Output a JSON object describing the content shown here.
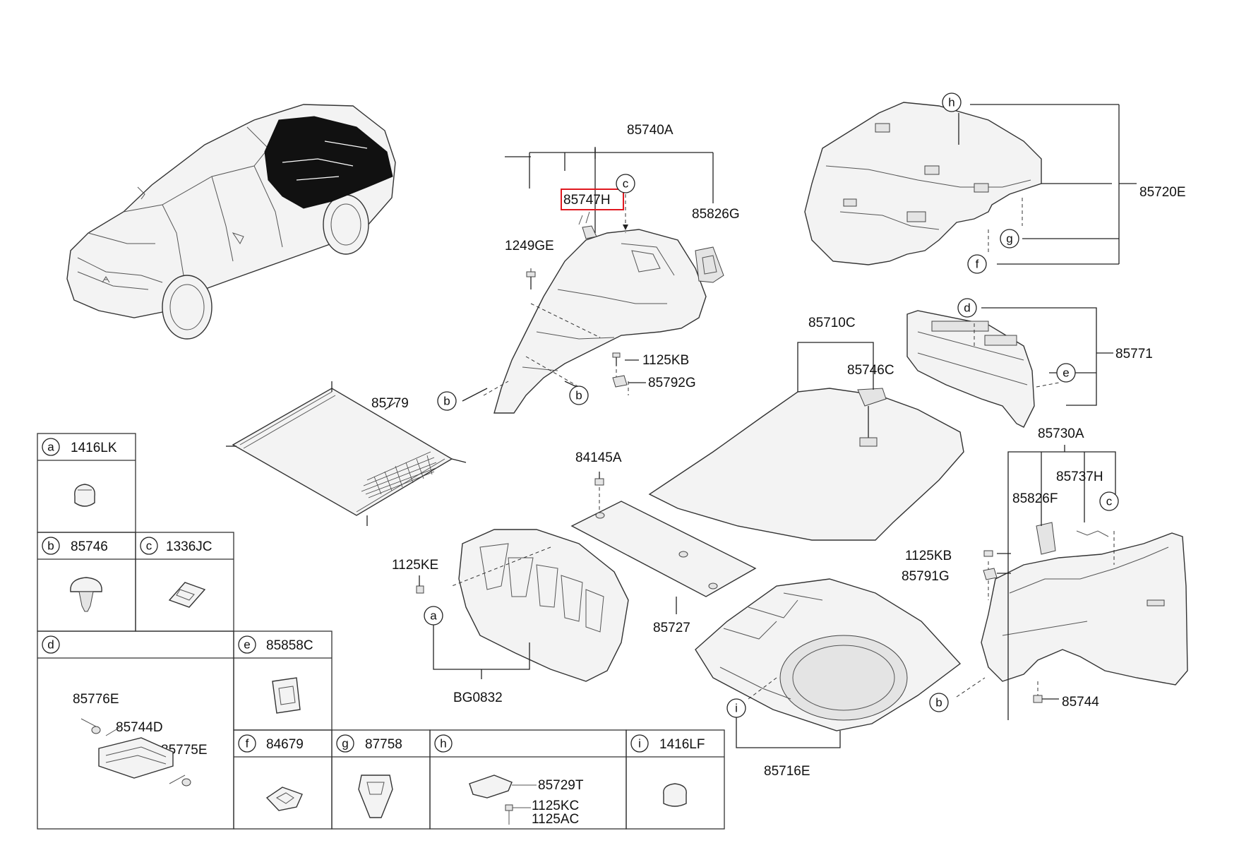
{
  "labels": {
    "p85740A": "85740A",
    "p85747H": "85747H",
    "p85826G": "85826G",
    "p1249GE": "1249GE",
    "p1125KB_top": "1125KB",
    "p85792G": "85792G",
    "p85720E": "85720E",
    "p85710C": "85710C",
    "p85746C": "85746C",
    "p85771": "85771",
    "p85779": "85779",
    "p84145A": "84145A",
    "p1125KE": "1125KE",
    "pBG0832": "BG0832",
    "p85727": "85727",
    "p85730A": "85730A",
    "p85737H": "85737H",
    "p85826F": "85826F",
    "p1125KB_right": "1125KB",
    "p85791G": "85791G",
    "p85744": "85744",
    "p85716E": "85716E"
  },
  "callouts": {
    "a": "a",
    "b": "b",
    "c": "c",
    "d": "d",
    "e": "e",
    "f": "f",
    "g": "g",
    "h": "h",
    "i": "i"
  },
  "legend": {
    "a": {
      "letter": "a",
      "part": "1416LK"
    },
    "b": {
      "letter": "b",
      "part": "85746"
    },
    "c": {
      "letter": "c",
      "part": "1336JC"
    },
    "d": {
      "letter": "d",
      "part": "",
      "sub": [
        "85776E",
        "85744D",
        "85775E"
      ]
    },
    "e": {
      "letter": "e",
      "part": "85858C"
    },
    "f": {
      "letter": "f",
      "part": "84679"
    },
    "g": {
      "letter": "g",
      "part": "87758"
    },
    "h": {
      "letter": "h",
      "part": "",
      "sub": [
        "85729T",
        "1125KC",
        "1125AC"
      ]
    },
    "i": {
      "letter": "i",
      "part": "1416LF"
    }
  },
  "colors": {
    "highlight": "#e0181f",
    "ink": "#222222"
  }
}
